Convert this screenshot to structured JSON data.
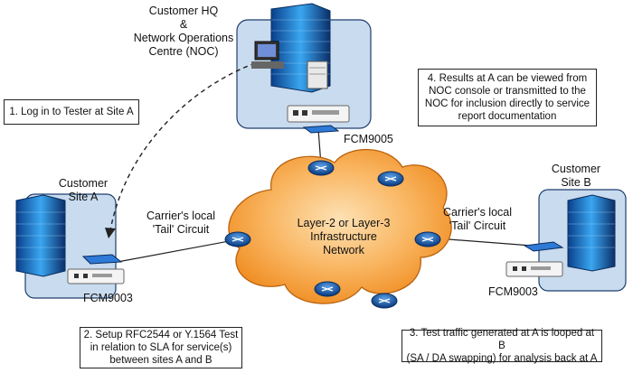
{
  "hq": {
    "title": "Customer HQ\n&\nNetwork Operations\nCentre (NOC)",
    "device": "FCM9005"
  },
  "site_a": {
    "title": "Customer\nSite A",
    "device": "FCM9003",
    "circuit": "Carrier's local\n'Tail' Circuit"
  },
  "site_b": {
    "title": "Customer\nSite B",
    "device": "FCM9003",
    "circuit": "Carrier's local\n'Tail' Circuit"
  },
  "cloud": {
    "label": "Layer-2 or Layer-3\nInfrastructure\nNetwork"
  },
  "steps": [
    {
      "text": "1. Log in to Tester at Site A"
    },
    {
      "text": "2. Setup RFC2544 or Y.1564 Test\nin relation to SLA for service(s)\nbetween sites A and B"
    },
    {
      "text": "3. Test traffic generated at A is looped at B\n(SA / DA swapping) for analysis back at A"
    },
    {
      "text": "4. Results at A can be viewed from\nNOC console or transmitted to the\nNOC for inclusion directly to service\nreport documentation"
    }
  ],
  "colors": {
    "cloud": "#f6a13c",
    "router": "#1a5fa8",
    "panel": "#c9dbee"
  }
}
